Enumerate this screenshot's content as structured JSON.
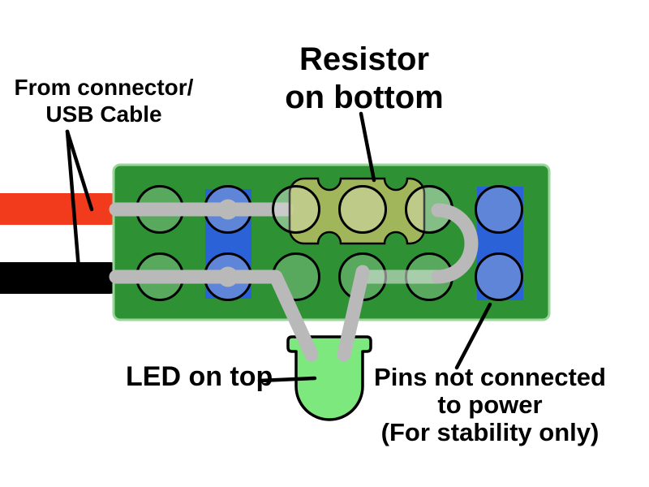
{
  "labels": {
    "usb_cable": {
      "line1": "From connector/",
      "line2": "USB Cable"
    },
    "resistor": {
      "line1": "Resistor",
      "line2": "on bottom"
    },
    "led": {
      "text": "LED on top"
    },
    "stability_pins": {
      "line1": "Pins not connected",
      "line2": "to power",
      "line3": "(For stability only)"
    }
  },
  "colors": {
    "board_green": "#2E9234",
    "board_edge_light": "#9AD69A",
    "pad_green": "#58A85D",
    "highlight_blue": "#2B62D8",
    "pad_blue": "#5F85D9",
    "wire_gray": "#B9B9B9",
    "wire_gray_translucent": "rgba(235,235,235,0.55)",
    "cable_red": "#F23B1C",
    "cable_black": "#000000",
    "led_green": "#7DE87D",
    "resistor_body_yellow": "#B5BC61",
    "resistor_pad_light": "rgba(255,255,255,0.25)",
    "outline_black": "#000000"
  },
  "board": {
    "pin_rows": 2,
    "pin_columns": 6,
    "total_pins": 12,
    "highlighted_stability_columns": 2
  }
}
